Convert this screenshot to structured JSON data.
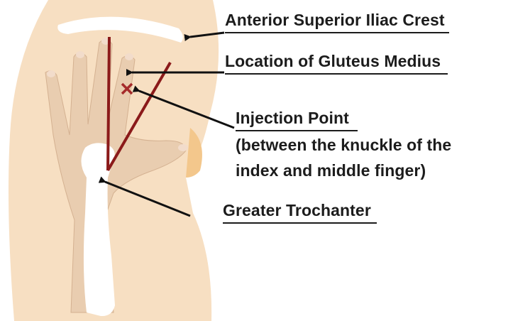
{
  "labels": {
    "iliac_crest": "Anterior Superior Iliac Crest",
    "gluteus_medius": "Location of Gluteus Medius",
    "injection_title": "Injection Point",
    "injection_line2": "(between the knuckle of the",
    "injection_line3": "index and middle finger)",
    "trochanter": "Greater Trochanter"
  },
  "colors": {
    "skin": "#f7dfc2",
    "skin_shadow": "#f3c78c",
    "hand": "#e9cdb0",
    "hand_outline": "#d4b191",
    "bone": "#ffffff",
    "marker_line": "#8b1a1a",
    "injection_mark": "#a52a2a",
    "arrow": "#111111",
    "text": "#1c1c1c"
  }
}
